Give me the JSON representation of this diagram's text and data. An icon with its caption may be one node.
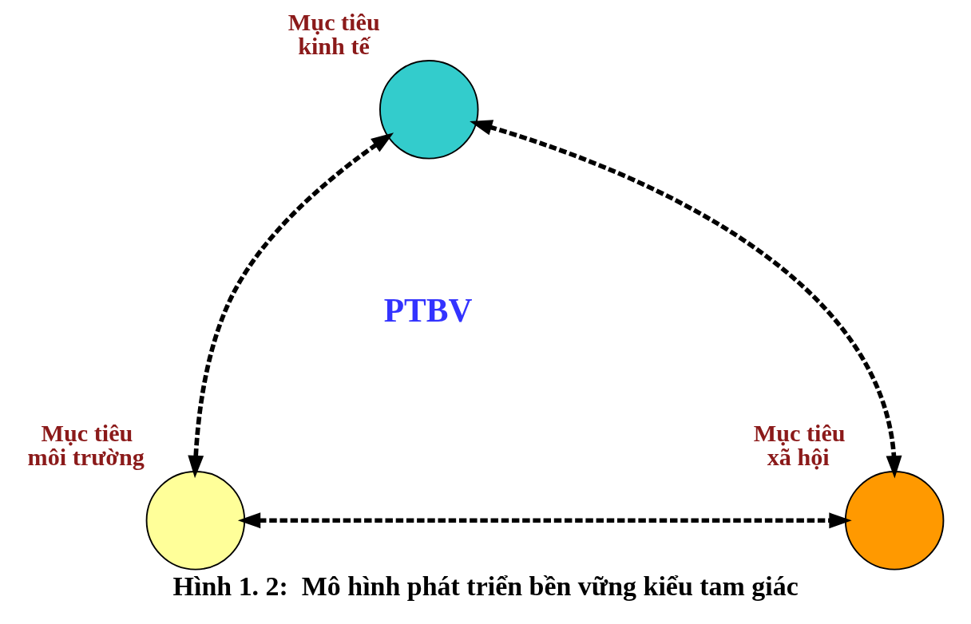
{
  "diagram": {
    "caption": "Hình 1. 2:  Mô hình phát triển bền vững kiểu tam giác",
    "nodes": [
      {
        "text": [],
        "shape": "circle",
        "beside": [
          "Mục tiêu kinh tế"
        ]
      },
      {
        "text": [],
        "shape": "circle",
        "beside": [
          "Mục tiêu môi trường"
        ]
      },
      {
        "text": [],
        "shape": "circle",
        "beside": [
          "Mục tiêu xã hội"
        ]
      }
    ],
    "edges": [
      {
        "from": 0,
        "to": 1,
        "arrow": "both",
        "style": "dashed"
      },
      {
        "from": 0,
        "to": 2,
        "arrow": "both",
        "style": "dashed"
      },
      {
        "from": 1,
        "to": 2,
        "arrow": "both",
        "style": "dashed"
      }
    ],
    "labels": [
      "PTBV"
    ]
  }
}
